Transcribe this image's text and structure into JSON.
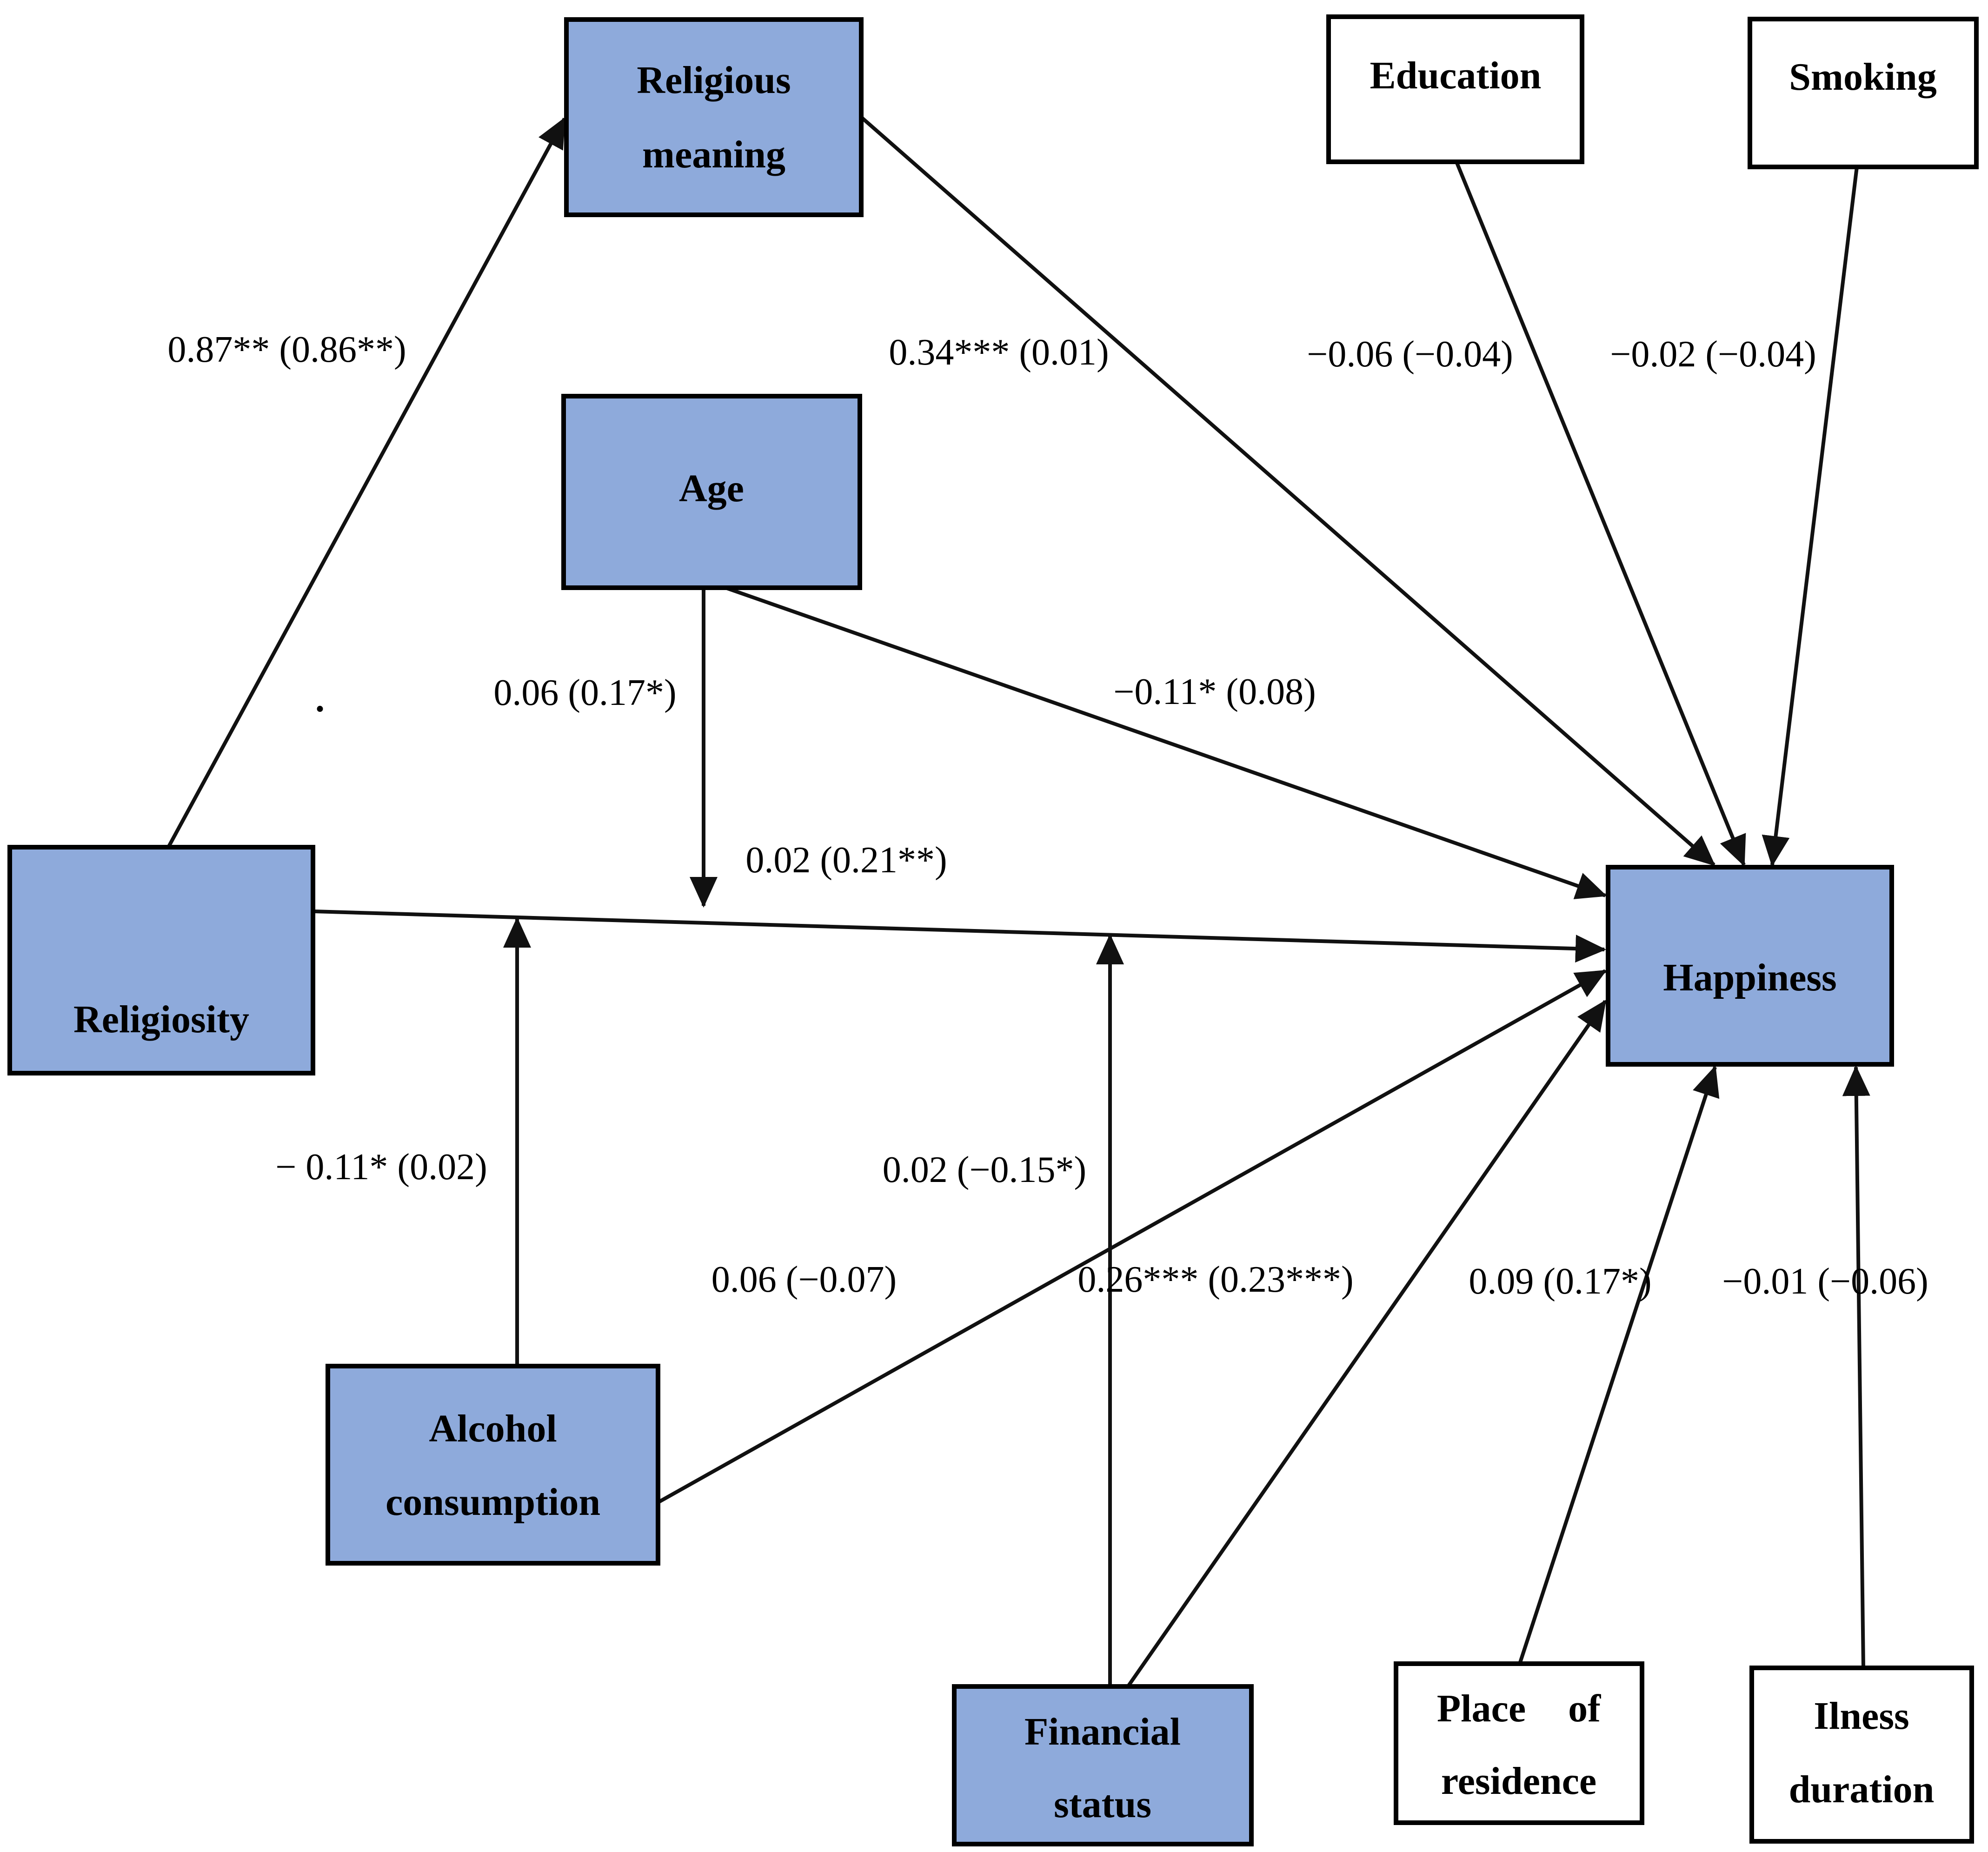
{
  "diagram": {
    "type": "path-analysis",
    "background_color": "#FFFFFF",
    "node_fill_blue": "#8EAADB",
    "node_fill_white": "#FFFFFF",
    "node_border_color": "#000000",
    "arrow_color": "#111111"
  },
  "nodes": {
    "religious_meaning": {
      "lines": [
        "Religious",
        "meaning"
      ],
      "style": "blue"
    },
    "education": {
      "lines": [
        "Education"
      ],
      "style": "white"
    },
    "smoking": {
      "lines": [
        "Smoking"
      ],
      "style": "white"
    },
    "age": {
      "lines": [
        "Age"
      ],
      "style": "blue"
    },
    "religiosity": {
      "lines": [
        "Religiosity"
      ],
      "style": "blue"
    },
    "happiness": {
      "lines": [
        "Happiness"
      ],
      "style": "blue"
    },
    "alcohol": {
      "lines": [
        "Alcohol",
        "consumption"
      ],
      "style": "blue"
    },
    "financial": {
      "lines": [
        "Financial",
        "status"
      ],
      "style": "blue"
    },
    "place": {
      "lines": [
        "Place of",
        "residence"
      ],
      "style": "white"
    },
    "ilness": {
      "lines": [
        "Ilness",
        "duration"
      ],
      "style": "white"
    }
  },
  "edges": [
    {
      "from": "religiosity",
      "to": "religious_meaning",
      "label": "0.87** (0.86**)"
    },
    {
      "from": "religious_meaning",
      "to": "happiness",
      "label": "0.34*** (0.01)"
    },
    {
      "from": "education",
      "to": "happiness",
      "label": "−0.06 (−0.04)"
    },
    {
      "from": "smoking",
      "to": "happiness",
      "label": "−0.02 (−0.04)"
    },
    {
      "from": "age",
      "to": "religiosity-happiness-path",
      "label": "0.06 (0.17*)"
    },
    {
      "from": "age",
      "to": "happiness",
      "label": "−0.11* (0.08)"
    },
    {
      "from": "religiosity",
      "to": "happiness",
      "label": "0.02 (0.21**)"
    },
    {
      "from": "alcohol",
      "to": "religiosity-happiness-path",
      "label": "− 0.11* (0.02)"
    },
    {
      "from": "financial",
      "to": "religiosity-happiness-path",
      "label": "0.02 (−0.15*)"
    },
    {
      "from": "alcohol",
      "to": "happiness",
      "label": "0.06 (−0.07)"
    },
    {
      "from": "financial",
      "to": "happiness",
      "label": "0.26*** (0.23***)"
    },
    {
      "from": "place",
      "to": "happiness",
      "label": "0.09 (0.17*)"
    },
    {
      "from": "ilness",
      "to": "happiness",
      "label": "−0.01 (−0.06)"
    }
  ],
  "annotations": {
    "stray_dot": "."
  }
}
